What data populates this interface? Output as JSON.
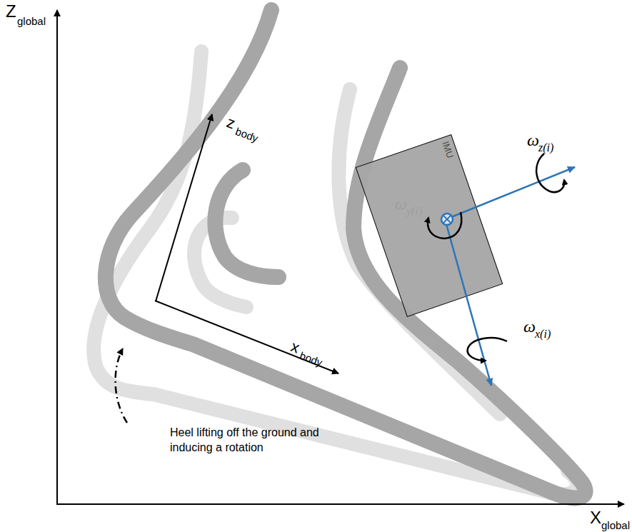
{
  "diagram": {
    "nodes": [
      {
        "text": [
          "IMU"
        ]
      }
    ],
    "labels": [
      "Z",
      "global",
      "X",
      "global",
      "z",
      "body",
      "x",
      "body",
      "ω",
      "y(i)",
      "ω",
      "z(i)",
      "ω",
      "x(i)",
      "Heel lifting off the ground and inducing a rotation"
    ]
  }
}
